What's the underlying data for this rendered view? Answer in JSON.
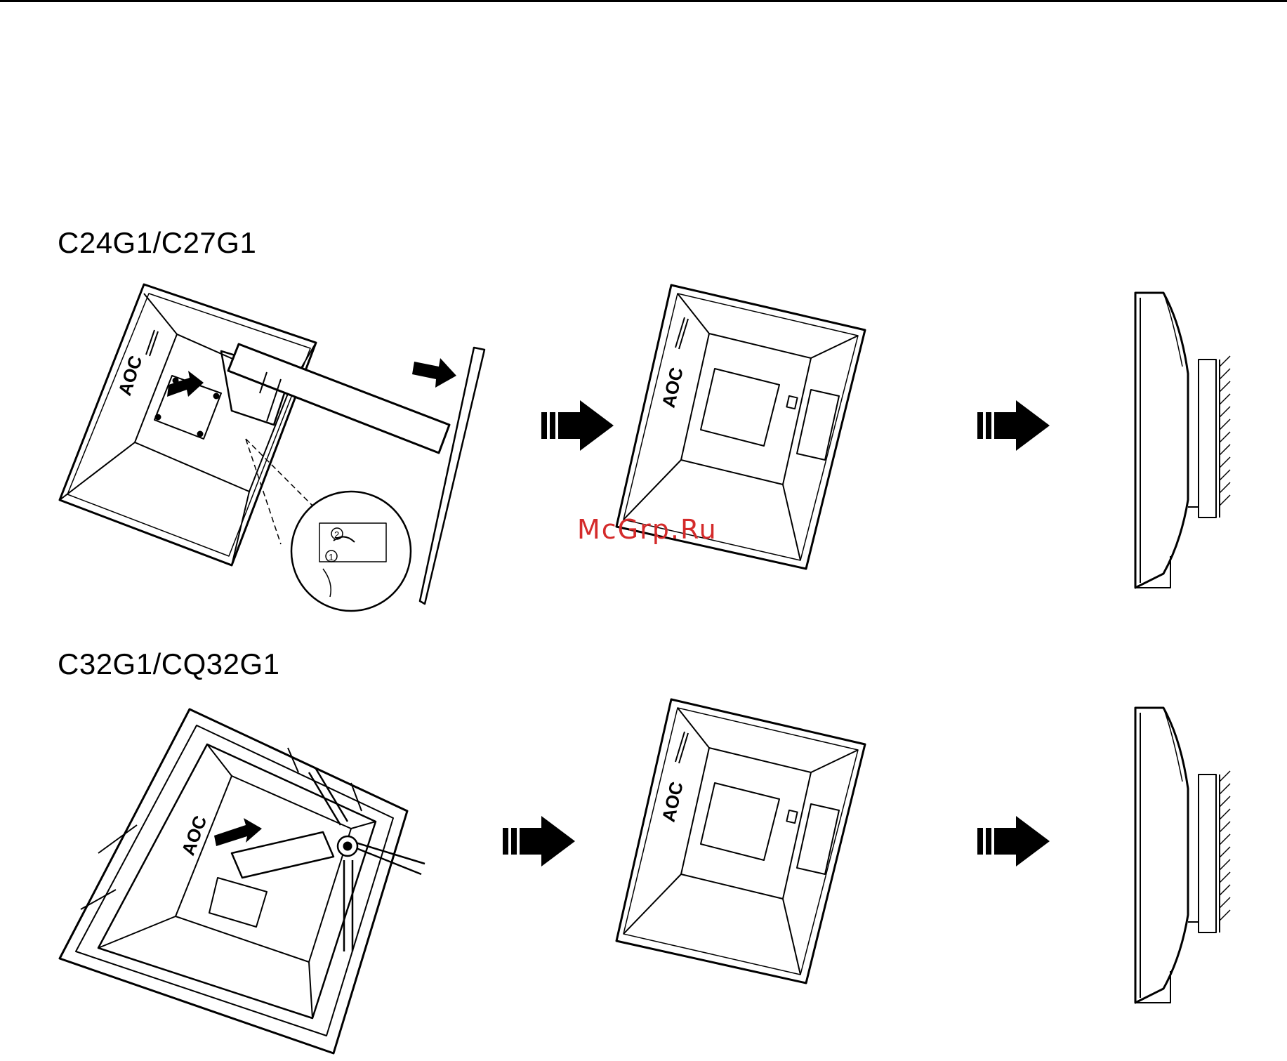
{
  "sections": [
    {
      "heading": "C24G1/C27G1"
    },
    {
      "heading": "C32G1/CQ32G1"
    }
  ],
  "brand_logo": "AOC",
  "callout_steps": [
    "1",
    "2"
  ],
  "watermark": "McGrp.Ru",
  "icons": {
    "step_arrow": "step-arrow-icon",
    "direction_arrow": "direction-arrow-icon",
    "wall_hatch": "wall-hatch-icon"
  },
  "colors": {
    "ink": "#000000",
    "paper": "#ffffff",
    "watermark": "#d42a2a"
  }
}
